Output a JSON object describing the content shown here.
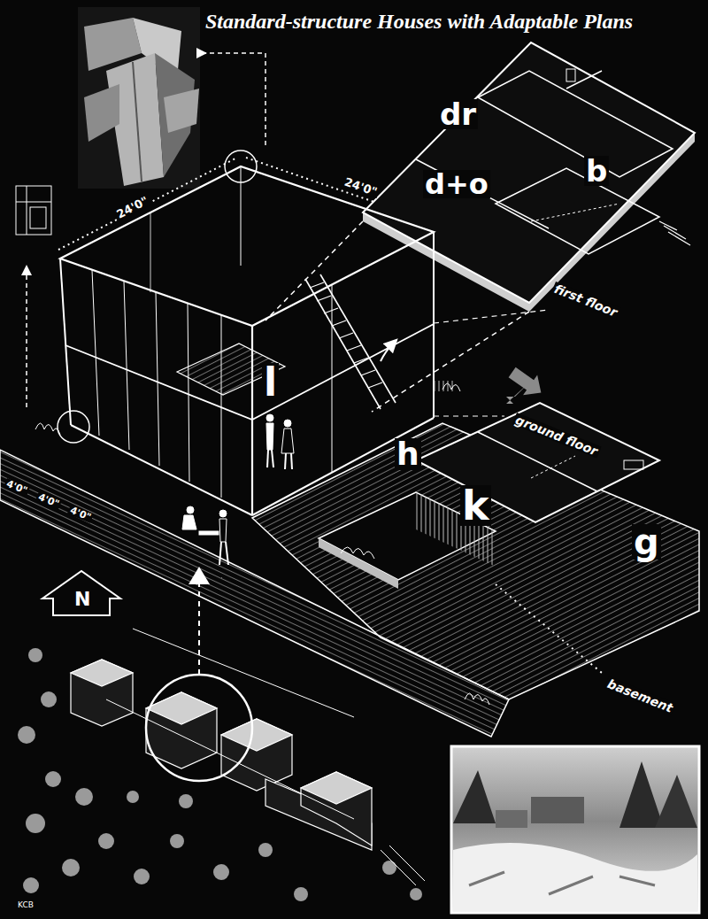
{
  "diagram": {
    "title": "Standard-structure Houses with Adaptable Plans",
    "labels": [
      "24'0\"",
      "24'0\"",
      "dr",
      "b",
      "d+o",
      "first floor",
      "l",
      "h",
      "k",
      "g",
      "ground floor",
      "4'0\"",
      "4'0\"",
      "4'0\"",
      "basement",
      "N",
      "KCB"
    ]
  }
}
